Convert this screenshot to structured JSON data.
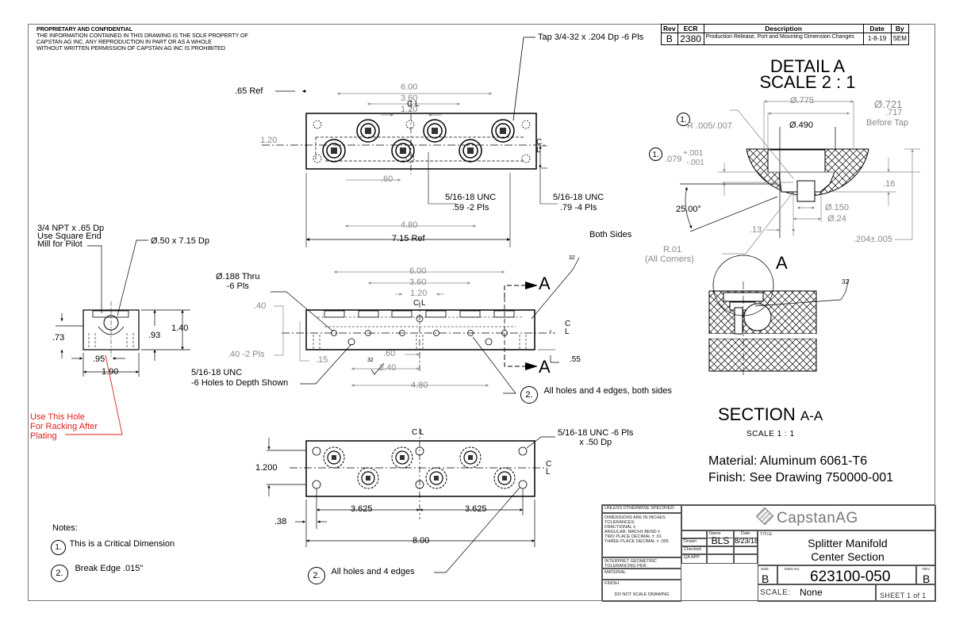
{
  "proprietary": {
    "heading": "PROPRIETARY AND CONFIDENTIAL",
    "lines": [
      "THE INFORMATION CONTAINED IN THIS DRAWING IS THE SOLE PROPERTY OF",
      "CAPSTAN AG INC. ANY REPRODUCTION IN PART OR AS A WHOLE",
      "WITHOUT WRITTEN PERMISSION OF CAPSTAN AG INC IS PROHIBITED"
    ]
  },
  "revision_block": {
    "headers": [
      "Rev",
      "ECR",
      "Description",
      "Date",
      "By"
    ],
    "rows": [
      {
        "rev": "B",
        "ecr": "2380",
        "description": "Production Release, Port and Mounting Dimension Changes",
        "date": "1-8-19",
        "by": "SEM"
      }
    ]
  },
  "detail_a": {
    "title": "DETAIL A",
    "scale": "SCALE 2 : 1",
    "dims": {
      "dia_775": "Ø.775",
      "dia_721_top": "Ø.721",
      "dia_717": ".717",
      "before_tap": "Before Tap",
      "dia_490": "Ø.490",
      "radius": "R .005/.007",
      "depth_079": ".079",
      "tol_plus": "+.001",
      "tol_minus": "-.001",
      "dim_16": ".16",
      "angle": "25.00°",
      "dia_150": "Ø.150",
      "dia_24": "Ø.24",
      "dim_13": ".13",
      "dim_204": ".204±.005",
      "r01": "R.01",
      "all_corners": "(All Corners)",
      "callout_1a": "1.",
      "callout_1b": "1."
    }
  },
  "top_view": {
    "dims": {
      "d600": "6.00",
      "d360": "3.60",
      "d120": "1.20",
      "cl": "C L",
      "ref65": ".65 Ref",
      "h120": "1.20",
      "d60": ".60",
      "d480": "4.80",
      "ref715": "7.15 Ref",
      "c": "C",
      "l": "L"
    },
    "tap_note": "Tap 3/4-32 x .204 Dp -6 Pls",
    "unc_note_1": "5/16-18 UNC",
    "unc_note_1b": ".59 -2  Pls",
    "unc_note_2": "5/16-18 UNC",
    "unc_note_2b": ".79 -4 Pls",
    "both_sides": "Both Sides"
  },
  "end_view": {
    "npt_note": [
      "3/4 NPT x .65 Dp",
      "Use Square End",
      "Mill for Pilot"
    ],
    "bore_note": "Ø.50 x 7.15 Dp",
    "dims": {
      "d73": ".73",
      "d93": ".93",
      "d140": "1.40",
      "d95": ".95",
      "d190": "1.90"
    },
    "racking_note": [
      "Use This Hole",
      "For Racking After",
      "Plating"
    ]
  },
  "front_view": {
    "thru_note": [
      "Ø.188 Thru",
      "-6 Pls"
    ],
    "dims": {
      "d600": "6.00",
      "d360": "3.60",
      "d120": "1.20",
      "cl": "C L",
      "d40": ".40",
      "d40b": ".40 -2 Pls",
      "d15": ".15",
      "d60": ".60",
      "d240": "2.40",
      "d480": "4.80",
      "d55": ".55",
      "c": "C",
      "l": "L",
      "finish": "32"
    },
    "unc_note": [
      "5/16-18 UNC",
      "-6 Holes to Depth Shown"
    ],
    "section_label": "A",
    "callout_2": "2.",
    "callout_2_text": "All holes and 4 edges, both sides"
  },
  "section_aa": {
    "label_a": "A",
    "finish": "32",
    "title": "SECTION",
    "title_suffix": "A-A",
    "scale": "SCALE 1 : 1"
  },
  "material": "Material: Aluminum 6061-T6",
  "finish": "Finish: See Drawing 750000-001",
  "bottom_view": {
    "cl": "C L",
    "d1200": "1.200",
    "d3625a": "3.625",
    "d3625b": "3.625",
    "d38": ".38",
    "d800": "8.00",
    "c": "C",
    "l": "L",
    "unc_note": [
      "5/16-18 UNC -6 Pls",
      "x .50 Dp"
    ],
    "callout_2": "2.",
    "callout_2_text": "All holes and 4 edges"
  },
  "notes": {
    "heading": "Notes:",
    "items": [
      {
        "num": "1.",
        "text": "This is a Critical Dimension"
      },
      {
        "num": "2.",
        "text": "Break Edge .015\""
      }
    ]
  },
  "title_block": {
    "unless": "UNLESS OTHERWISE SPECIFIED:",
    "tolerances": [
      "DIMENSIONS ARE IN INCHES",
      "TOLERANCES:",
      "FRACTIONAL ±",
      "ANGULAR: MACH±   BEND ±",
      "TWO PLACE DECIMAL   ± .01",
      "THREE PLACE DECIMAL  ± .005"
    ],
    "interpret": [
      "INTERPRET GEOMETRIC",
      "TOLERANCING PER:"
    ],
    "material_label": "MATERIAL",
    "finish_label": "FINISH",
    "do_not_scale": "DO NOT SCALE DRAWING",
    "name_header": "Name",
    "date_header": "Date",
    "drawn_label": "Drawn",
    "checked_label": "Checked",
    "qa_label": "QA APP",
    "drawn_name": "BLS",
    "drawn_date": "8/23/18",
    "company": "CapstanAG",
    "title_label": "TITLE:",
    "title_line1": "Splitter Manifold",
    "title_line2": "Center Section",
    "size_label": "SIZE",
    "size": "B",
    "dwg_label": "DWG No:",
    "dwg_no": "623100-050",
    "rev_label": "REV",
    "rev": "B",
    "scale_label": "SCALE:",
    "scale": "None",
    "sheet": "SHEET 1 of 1"
  }
}
